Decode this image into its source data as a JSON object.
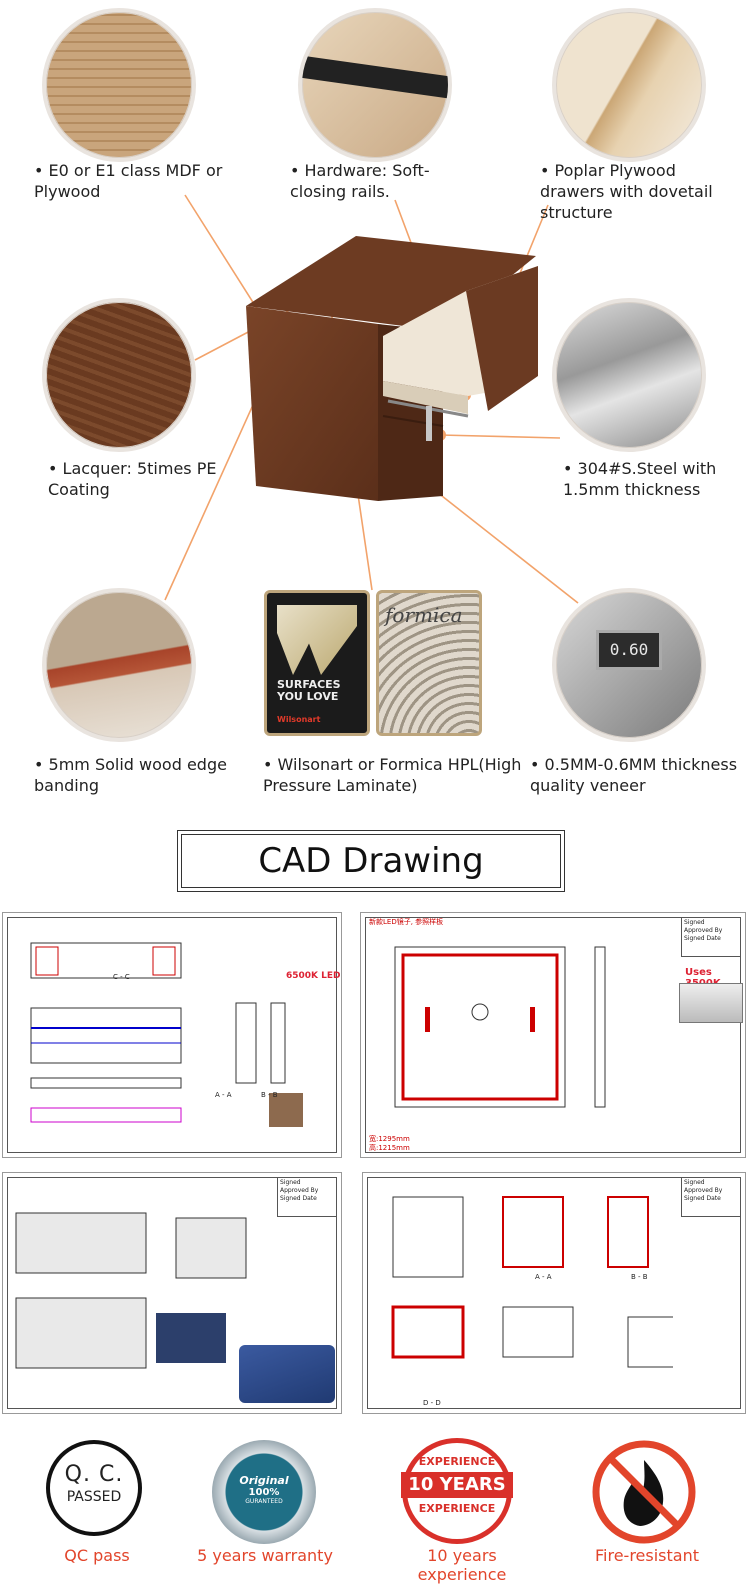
{
  "features": {
    "mdf": "• E0 or E1 class MDF or Plywood",
    "hardware": "• Hardware: Soft-closing rails.",
    "poplar": "• Poplar Plywood drawers with dovetail structure",
    "lacquer": "• Lacquer: 5times PE Coating",
    "steel": "• 304#S.Steel with 1.5mm thickness",
    "edge": "• 5mm Solid wood edge banding",
    "hpl": "• Wilsonart or Formica HPL(High Pressure Laminate)",
    "veneer": "• 0.5MM-0.6MM thickness quality veneer"
  },
  "swatch": {
    "surfaces_line1": "SURFACES",
    "surfaces_line2": "YOU LOVE",
    "wilsonart": "Wilsonart",
    "formica": "formica",
    "caliper_reading": "0.60"
  },
  "cad_title": "CAD Drawing",
  "cad": {
    "d1_label": "6500K LED",
    "d2_header": "新款LED镜子, 参照样板",
    "d2_label": "Uses 3500K",
    "d2_size1": "宽:1295mm",
    "d2_size2": "高:1215mm",
    "sig_signed": "Signed",
    "sig_approved": "Approved By",
    "sig_date": "Signed Date",
    "section_cc": "C - C",
    "section_aa": "A - A",
    "section_bb": "B - B",
    "section_dd": "D - D"
  },
  "badges": {
    "qc_line1": "Q. C.",
    "qc_line2": "PASSED",
    "qc_caption": "QC pass",
    "warranty_line1": "Original",
    "warranty_line2": "100%",
    "warranty_line3": "GURANTEED",
    "warranty_caption": "5 years warranty",
    "exp_top": "EXPERIENCE",
    "exp_mid": "10 YEARS",
    "exp_bottom": "EXPERIENCE",
    "exp_caption": "10 years experience",
    "fire_caption": "Fire-resistant"
  },
  "colors": {
    "accent_orange": "#f2a36b",
    "badge_red": "#e2452b",
    "wood": "#6b3a22"
  }
}
